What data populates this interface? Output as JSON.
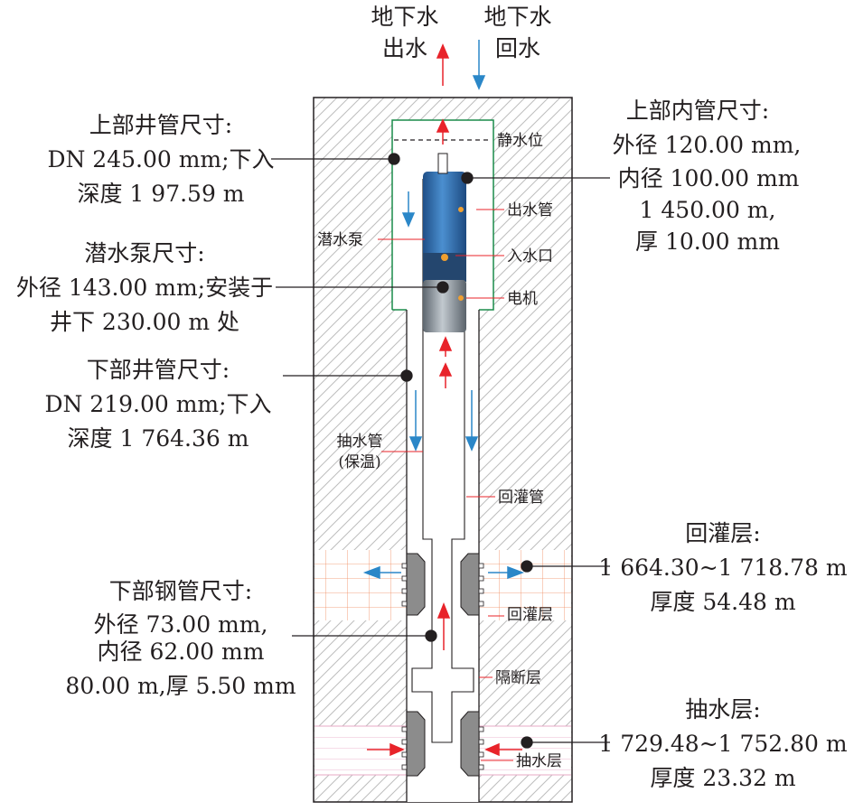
{
  "flow": {
    "out_line1": "地下水",
    "out_line2": "出水",
    "back_line1": "地下水",
    "back_line2": "回水"
  },
  "callouts": {
    "upper_casing": [
      "上部井管尺寸:",
      "DN 245.00 mm;下入",
      "深度 1 97.59 m"
    ],
    "pump": [
      "潜水泵尺寸:",
      "外径 143.00 mm;安装于",
      "井下 230.00 m 处"
    ],
    "lower_casing": [
      "下部井管尺寸:",
      "DN 219.00 mm;下入",
      "深度 1 764.36 m"
    ],
    "steel_pipe": [
      "下部钢管尺寸:",
      "外径 73.00 mm,",
      "内径 62.00 mm",
      "80.00 m,厚 5.50 mm"
    ],
    "inner_pipe": [
      "上部内管尺寸:",
      "外径 120.00 mm,",
      "内径 100.00 mm",
      "1 450.00 m,",
      "厚 10.00 mm"
    ],
    "reinjection_layer": [
      "回灌层:",
      "1 664.30~1 718.78 m",
      "厚度 54.48 m"
    ],
    "pumping_layer": [
      "抽水层:",
      "1 729.48~1 752.80 m",
      "厚度 23.32 m"
    ]
  },
  "labels": {
    "static_level": "静水位",
    "outlet_pipe": "出水管",
    "submersible_pump": "潜水泵",
    "water_inlet": "入水口",
    "motor": "电机",
    "pumping_pipe_1": "抽水管",
    "pumping_pipe_2": "(保温)",
    "reinjection_pipe": "回灌管",
    "reinjection_zone": "回灌层",
    "isolation_zone": "隔断层",
    "pumping_zone": "抽水层"
  },
  "colors": {
    "outflow_arrow": "#e8232a",
    "return_arrow": "#2b87c8",
    "upper_casing_line": "#1a8c4a",
    "label_leader": "#e8232a",
    "pump_body": "#2e6fb0",
    "motor_body": "#8c969e"
  }
}
